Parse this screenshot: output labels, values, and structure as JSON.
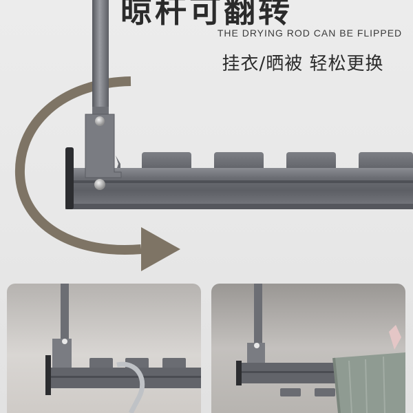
{
  "header": {
    "headline": "晾杆可翻转",
    "subtitle_en": "THE DRYING ROD CAN BE FLIPPED",
    "subtitle_cn": "挂衣/晒被 轻松更换"
  },
  "colors": {
    "background": "#e9e9e9",
    "rod": "#6f7178",
    "arrow": "#7e7465",
    "text": "#2b2b2b"
  },
  "icons": {
    "flip_arrow": "curved-arrow-icon"
  }
}
